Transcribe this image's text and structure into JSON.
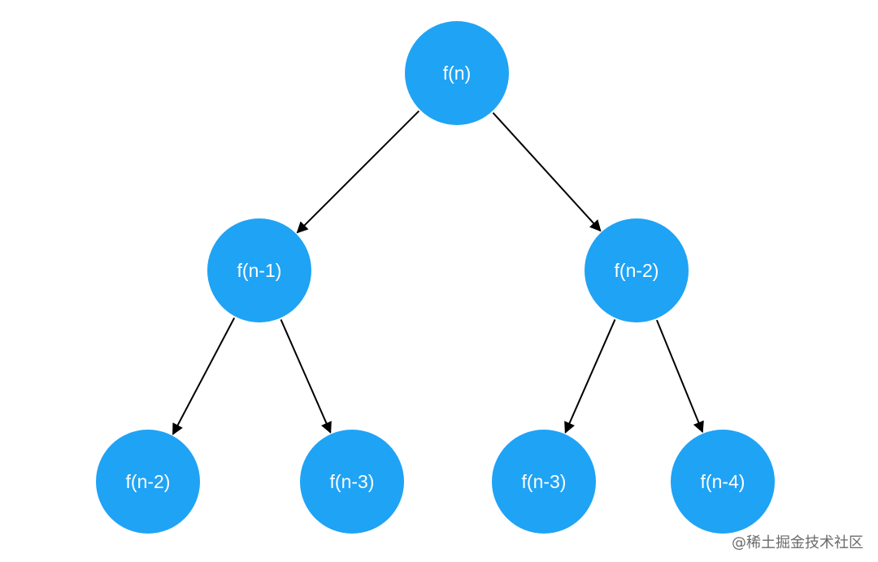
{
  "diagram": {
    "node_color": "#1fa3f5",
    "label_color": "#ffffff",
    "edge_color": "#000000",
    "nodes": [
      {
        "id": "root",
        "label": "f(n)"
      },
      {
        "id": "l1",
        "label": "f(n-1)"
      },
      {
        "id": "r1",
        "label": "f(n-2)"
      },
      {
        "id": "ll",
        "label": "f(n-2)"
      },
      {
        "id": "lr",
        "label": "f(n-3)"
      },
      {
        "id": "rl",
        "label": "f(n-3)"
      },
      {
        "id": "rr",
        "label": "f(n-4)"
      }
    ],
    "edges": [
      {
        "from": "root",
        "to": "l1"
      },
      {
        "from": "root",
        "to": "r1"
      },
      {
        "from": "l1",
        "to": "ll"
      },
      {
        "from": "l1",
        "to": "lr"
      },
      {
        "from": "r1",
        "to": "rl"
      },
      {
        "from": "r1",
        "to": "rr"
      }
    ]
  },
  "watermark": "@稀土掘金技术社区"
}
